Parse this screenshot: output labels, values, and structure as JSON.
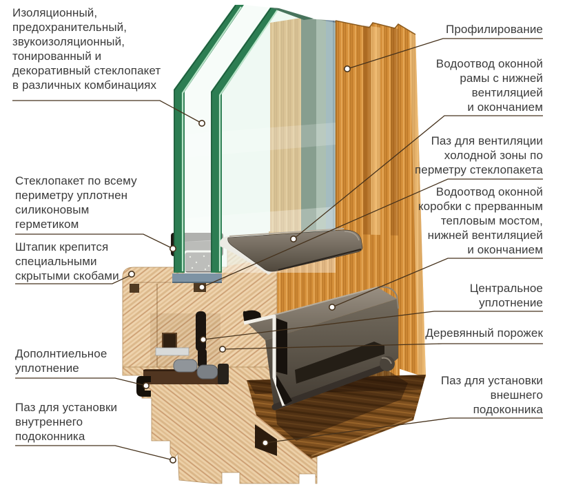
{
  "diagram": {
    "subject": "wooden-window-profile-cross-section",
    "language": "ru"
  },
  "labels_left": [
    {
      "id": "glazing-unit",
      "text": "Изоляционный,\nпредохранительный,\nзвукоизоляционный,\nтонированный и\nдекоративный стеклопакет\nв различных комбинациях"
    },
    {
      "id": "silicone-seal",
      "text": "Стеклопакет по всему\nпериметру уплотнен\nсиликоновым\nгерметиком"
    },
    {
      "id": "glazing-bead",
      "text": "Штапик крепится\nспециальными\nскрытыми скобами"
    },
    {
      "id": "additional-seal",
      "text": "Дополнтиельное\nуплотнение"
    },
    {
      "id": "inner-sill-groove",
      "text": "Паз для установки\nвнутреннего\nподоконника"
    }
  ],
  "labels_right": [
    {
      "id": "profiling",
      "text": "Профилирование"
    },
    {
      "id": "frame-drainage",
      "text": "Водоотвод оконной\nрамы с нижней\nвентиляцией\nи окончанием"
    },
    {
      "id": "vent-groove",
      "text": "Паз для вентиляции\nхолодной зоны по\nперметру стеклопакета"
    },
    {
      "id": "box-drainage",
      "text": "Водоотвод оконной\nкоробки с прерванным\nтепловым мостом,\nнижней вентиляцией\nи окончанием"
    },
    {
      "id": "central-seal",
      "text": "Центральное\nуплотнение"
    },
    {
      "id": "wooden-threshold",
      "text": "Деревянный порожек"
    },
    {
      "id": "outer-sill-groove",
      "text": "Паз для установки\nвнешнего\nподоконника"
    }
  ],
  "colors": {
    "background": "#ffffff",
    "text": "#3b3b3b",
    "leader_line": "#46321c",
    "wood_pine": "#eed3ad",
    "wood_orange": "#d6913c",
    "wood_dark": "#7c4e1e",
    "metal_profile": "#6e6659",
    "glass_edge": "#2c7d52",
    "glass_tint": "#dcefe6",
    "seal_black": "#17120d",
    "spacer_bed": "#7d93a4"
  }
}
